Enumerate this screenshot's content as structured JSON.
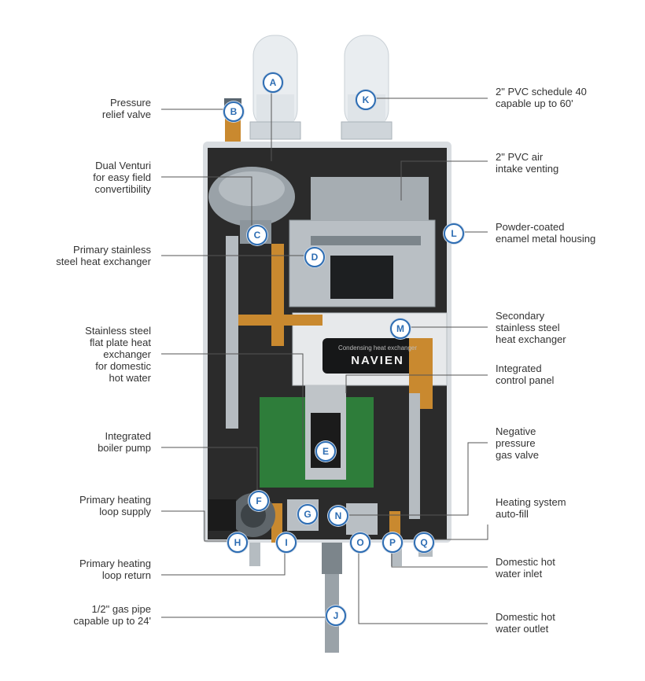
{
  "colors": {
    "badge": "#2d6db3",
    "leader": "#555555",
    "housing": "#2b2b2b",
    "pvc": "#e9edf0",
    "copper": "#c9892f"
  },
  "callouts": {
    "A": {
      "letter": "A"
    },
    "B": {
      "letter": "B",
      "label": [
        "Pressure",
        "relief valve"
      ]
    },
    "C": {
      "letter": "C",
      "label": [
        "Dual Venturi",
        "for easy field",
        "convertibility"
      ]
    },
    "D": {
      "letter": "D",
      "label": [
        "Primary stainless",
        "steel heat exchanger"
      ]
    },
    "E": {
      "letter": "E",
      "label": [
        "Stainless steel",
        "flat plate heat",
        "exchanger",
        "for domestic",
        "hot water"
      ]
    },
    "F": {
      "letter": "F",
      "label": [
        "Integrated",
        "boiler pump"
      ]
    },
    "G": {
      "letter": "G"
    },
    "H": {
      "letter": "H",
      "label": [
        "Primary heating",
        "loop supply"
      ]
    },
    "I": {
      "letter": "I",
      "label": [
        "Primary heating",
        "loop return"
      ]
    },
    "J": {
      "letter": "J",
      "label": [
        "1/2\" gas pipe",
        "capable up to 24'"
      ]
    },
    "K": {
      "letter": "K",
      "label": [
        "2\" PVC schedule 40",
        "capable up to 60'"
      ]
    },
    "L": {
      "letter": "L",
      "label": [
        "Powder-coated",
        "enamel metal housing"
      ]
    },
    "M": {
      "letter": "M",
      "label": [
        "Secondary",
        "stainless steel",
        "heat exchanger"
      ]
    },
    "N": {
      "letter": "N",
      "label": [
        "Negative",
        "pressure",
        "gas valve"
      ]
    },
    "O": {
      "letter": "O",
      "label": [
        "Domestic hot",
        "water outlet"
      ]
    },
    "P": {
      "letter": "P",
      "label": [
        "Domestic hot",
        "water inlet"
      ]
    },
    "Q": {
      "letter": "Q",
      "label": [
        "Heating system",
        "auto-fill"
      ]
    },
    "control_panel": {
      "label": [
        "Integrated",
        "control panel"
      ]
    },
    "air_intake": {
      "label": [
        "2\" PVC air",
        "intake venting"
      ]
    }
  },
  "unit": {
    "brand": "NAVIEN",
    "panel_text": "Condensing heat exchanger"
  }
}
